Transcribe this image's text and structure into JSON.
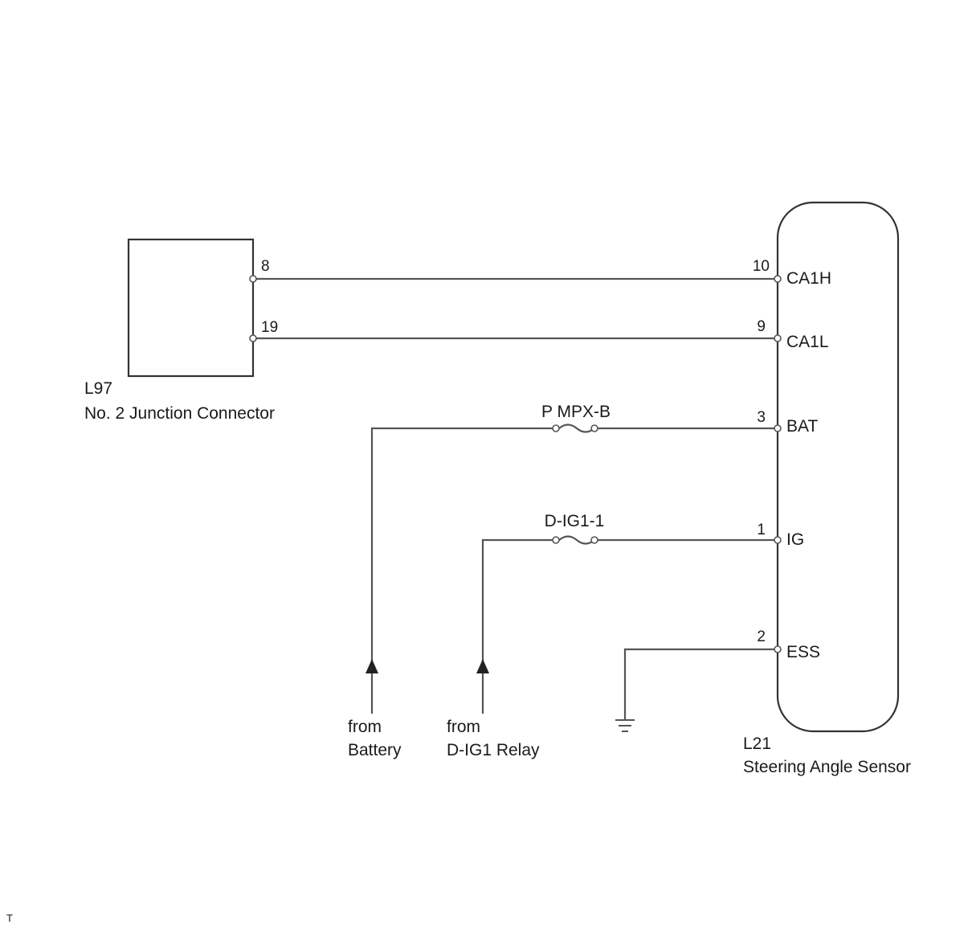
{
  "junction": {
    "code": "L97",
    "name": "No. 2 Junction Connector",
    "pins": {
      "ca1h": "8",
      "ca1l": "19"
    }
  },
  "sensor": {
    "code": "L21",
    "name": "Steering Angle Sensor",
    "terminals": [
      {
        "key": "ca1h",
        "pin": "10",
        "label": "CA1H"
      },
      {
        "key": "ca1l",
        "pin": "9",
        "label": "CA1L"
      },
      {
        "key": "bat",
        "pin": "3",
        "label": "BAT"
      },
      {
        "key": "ig",
        "pin": "1",
        "label": "IG"
      },
      {
        "key": "ess",
        "pin": "2",
        "label": "ESS"
      }
    ]
  },
  "fuses": {
    "bat": "P MPX-B",
    "ig": "D-IG1-1"
  },
  "sources": {
    "battery": {
      "line1": "from",
      "line2": "Battery"
    },
    "relay": {
      "line1": "from",
      "line2": "D-IG1 Relay"
    }
  },
  "corner_mark": "T"
}
